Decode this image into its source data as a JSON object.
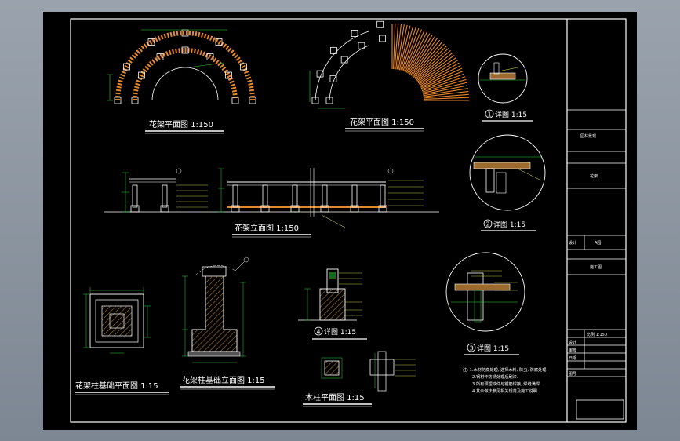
{
  "colors": {
    "background": "#000000",
    "frame": "#ffffff",
    "structure": "#ffffff",
    "timber": "#e8862a",
    "dimension": "#2fd23a",
    "annotation": "#f0f05a",
    "accent": "#ff3b3b",
    "hatch": "#9a6a2e"
  },
  "titles": {
    "plan1": "花架平面图 1:150",
    "plan2": "花架平面图 1:150",
    "elevation": "花架立面图 1:150",
    "footing_plan": "花架柱基础平面图 1:15",
    "footing_elevation": "花架柱基础立面图 1:15",
    "post_plan": "木柱平面图 1:15"
  },
  "details": {
    "d1_num": "1",
    "d1_label": "详图 1:15",
    "d2_num": "2",
    "d2_label": "详图 1:15",
    "d3_num": "3",
    "d3_label": "详图 1:15",
    "d4_num": "4",
    "d4_label": "详图 1:15"
  },
  "notes": {
    "n0": "注: 1.木材防腐处理, 选择木料, 防虫, 防腐处理.",
    "n1": "2.钢材作防锈处理后刷漆.",
    "n2": "3.所有预埋铁件与钢筋焊接, 焊缝满焊.",
    "n3": "4.其余做法参见相关规范及施工说明."
  },
  "title_block": {
    "project": "园林景观",
    "drawing": "花架",
    "design": "设计",
    "code": "A园",
    "sheet": "施工图",
    "scale": "比例 1:150",
    "r1": "设计",
    "r2": "审核",
    "r3": "日期",
    "r4": "图号"
  }
}
